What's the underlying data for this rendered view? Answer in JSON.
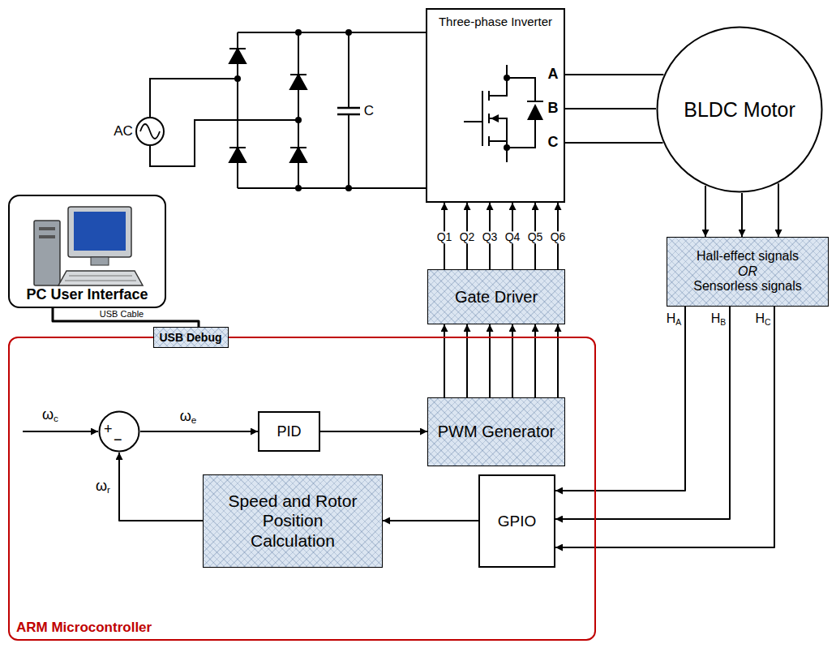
{
  "diagram": {
    "nodes": [
      {
        "text": [
          "PC User Interface"
        ]
      },
      {
        "text": [
          "Three-phase Inverter"
        ]
      },
      {
        "text": [
          "BLDC Motor"
        ]
      },
      {
        "text": [
          "Gate Driver"
        ]
      },
      {
        "text": [
          "Hall-effect signals",
          "OR",
          "Sensorless signals"
        ]
      },
      {
        "text": [
          "ARM Microcontroller"
        ]
      },
      {
        "text": [
          "USB Debug"
        ],
        "in": 5
      },
      {
        "text": [
          "+",
          "−"
        ],
        "in": 5
      },
      {
        "text": [
          "PID"
        ],
        "in": 5
      },
      {
        "text": [
          "PWM Generator"
        ],
        "in": 5
      },
      {
        "text": [
          "Speed and Rotor Position Calculation"
        ],
        "in": 5
      },
      {
        "text": [
          "GPIO"
        ],
        "in": 5
      }
    ],
    "edges": [
      {
        "from": 0,
        "to": 6,
        "label": "USB Cable",
        "arrow": "none"
      },
      {
        "from": 9,
        "to": 3,
        "arrow": "to"
      },
      {
        "from": 9,
        "to": 3,
        "arrow": "to"
      },
      {
        "from": 9,
        "to": 3,
        "arrow": "to"
      },
      {
        "from": 9,
        "to": 3,
        "arrow": "to"
      },
      {
        "from": 9,
        "to": 3,
        "arrow": "to"
      },
      {
        "from": 9,
        "to": 3,
        "arrow": "to"
      },
      {
        "from": 3,
        "to": 1,
        "label": "Q1",
        "arrow": "to"
      },
      {
        "from": 3,
        "to": 1,
        "label": "Q2",
        "arrow": "to"
      },
      {
        "from": 3,
        "to": 1,
        "label": "Q3",
        "arrow": "to"
      },
      {
        "from": 3,
        "to": 1,
        "label": "Q4",
        "arrow": "to"
      },
      {
        "from": 3,
        "to": 1,
        "label": "Q5",
        "arrow": "to"
      },
      {
        "from": 3,
        "to": 1,
        "label": "Q6",
        "arrow": "to"
      },
      {
        "from": 1,
        "to": 2,
        "arrow": "none"
      },
      {
        "from": 1,
        "to": 2,
        "arrow": "none"
      },
      {
        "from": 1,
        "to": 2,
        "arrow": "none"
      },
      {
        "from": 2,
        "to": 4,
        "arrow": "to"
      },
      {
        "from": 2,
        "to": 4,
        "arrow": "to"
      },
      {
        "from": 2,
        "to": 4,
        "arrow": "to"
      },
      {
        "from": 4,
        "to": 11,
        "label": "HA",
        "arrow": "to"
      },
      {
        "from": 4,
        "to": 11,
        "label": "HB",
        "arrow": "to"
      },
      {
        "from": 4,
        "to": 11,
        "label": "HC",
        "arrow": "to"
      },
      {
        "from": 7,
        "to": 8,
        "label": "ωe",
        "arrow": "to"
      },
      {
        "from": 8,
        "to": 9,
        "arrow": "to"
      },
      {
        "from": 11,
        "to": 10,
        "arrow": "to"
      },
      {
        "from": 10,
        "to": 7,
        "label": "ωr",
        "arrow": "to"
      }
    ],
    "labels": [
      "AC",
      "C",
      "A",
      "B",
      "C",
      "ωc"
    ]
  }
}
